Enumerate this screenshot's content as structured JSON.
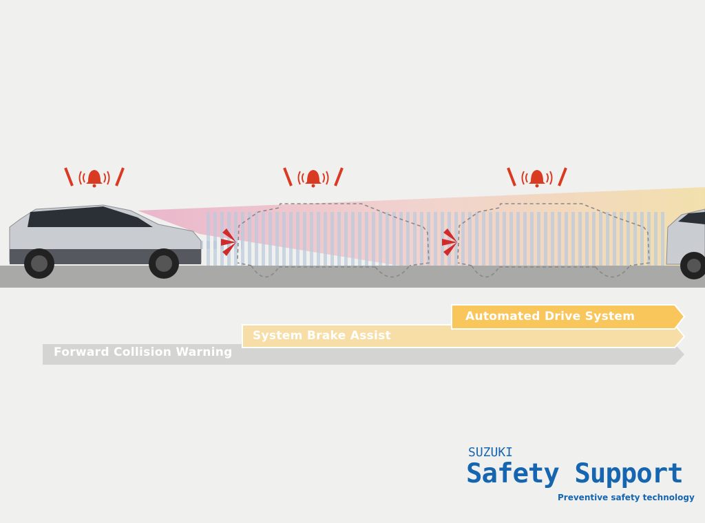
{
  "bars": [
    {
      "label": "Forward Collision Warning",
      "color": "#d4d4d2"
    },
    {
      "label": "System Brake Assist",
      "color": "#f7dea6"
    },
    {
      "label": "Automated Drive System",
      "color": "#f9c65c"
    }
  ],
  "logo": {
    "brand": "SUZUKI",
    "title": "Safety Support",
    "tagline": "Preventive safety technology",
    "color": "#1565b0"
  },
  "alert_color": "#d93a22"
}
